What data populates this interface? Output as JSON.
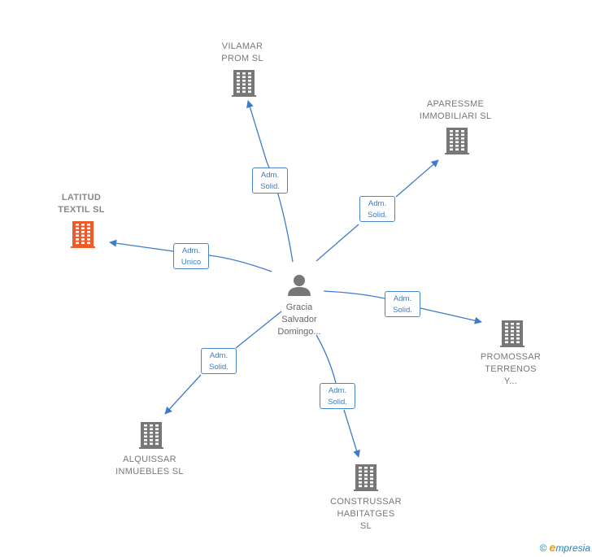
{
  "center": {
    "name_lines": [
      "Gracia",
      "Salvador",
      "Domingo..."
    ],
    "icon": "person-icon"
  },
  "companies": [
    {
      "id": "vilamar",
      "lines": [
        "VILAMAR",
        "PROM  SL"
      ],
      "highlight": false,
      "icon": "building-icon"
    },
    {
      "id": "aparessme",
      "lines": [
        "APARESSME",
        "IMMOBILIARI SL"
      ],
      "highlight": false,
      "icon": "building-icon"
    },
    {
      "id": "latitud",
      "lines": [
        "LATITUD",
        "TEXTIL  SL"
      ],
      "highlight": true,
      "icon": "building-icon"
    },
    {
      "id": "promossar",
      "lines": [
        "PROMOSSAR",
        "TERRENOS",
        "Y..."
      ],
      "highlight": false,
      "icon": "building-icon"
    },
    {
      "id": "alquissar",
      "lines": [
        "ALQUISSAR",
        "INMUEBLES SL"
      ],
      "highlight": false,
      "icon": "building-icon"
    },
    {
      "id": "construssar",
      "lines": [
        "CONSTRUSSAR",
        "HABITATGES",
        "SL"
      ],
      "highlight": false,
      "icon": "building-icon"
    }
  ],
  "relations": [
    {
      "to": "vilamar",
      "lines": [
        "Adm.",
        "Solid."
      ]
    },
    {
      "to": "aparessme",
      "lines": [
        "Adm.",
        "Solid."
      ]
    },
    {
      "to": "latitud",
      "lines": [
        "Adm.",
        "Unico"
      ]
    },
    {
      "to": "promossar",
      "lines": [
        "Adm.",
        "Solid."
      ]
    },
    {
      "to": "alquissar",
      "lines": [
        "Adm.",
        "Solid."
      ]
    },
    {
      "to": "construssar",
      "lines": [
        "Adm.",
        "Solid."
      ]
    }
  ],
  "colors": {
    "edge": "#3d7cc9",
    "building": "#777777",
    "building_highlight": "#f05a28",
    "person": "#777777"
  },
  "footer": {
    "copyright_symbol": "©",
    "brand_initial": "e",
    "brand_rest": "mpresia"
  }
}
